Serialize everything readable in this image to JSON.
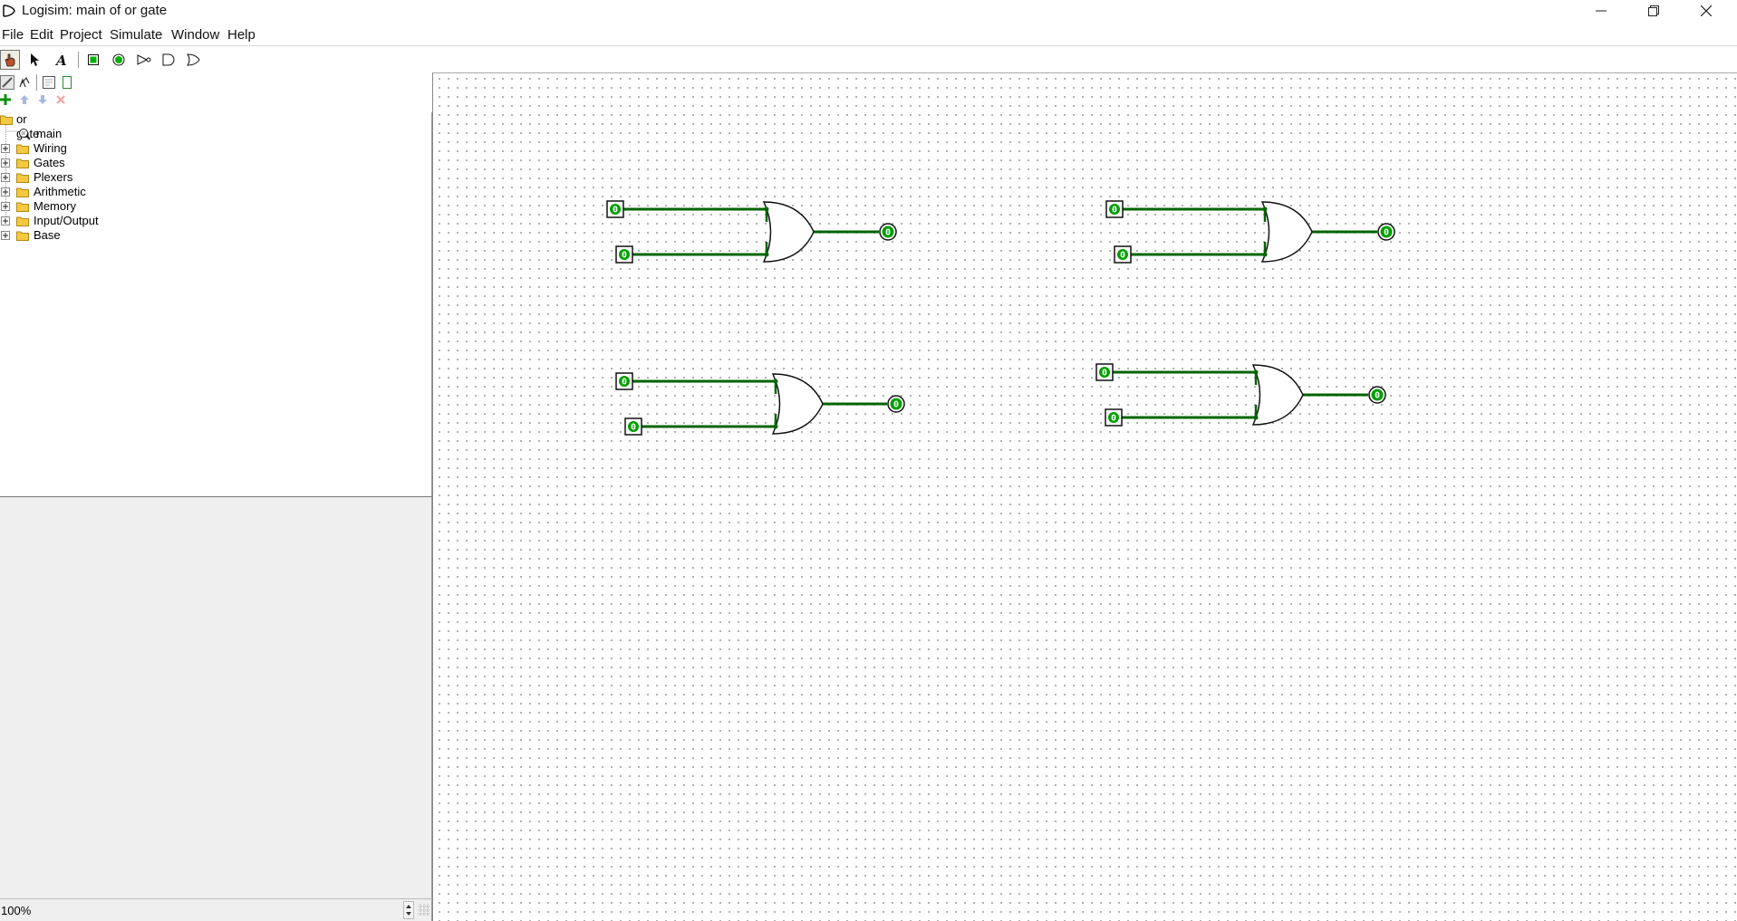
{
  "window": {
    "title": "Logisim: main of or gate",
    "minimize_icon": "minimize-icon",
    "restore_icon": "restore-icon",
    "close_icon": "close-icon"
  },
  "menu": {
    "items": [
      "File",
      "Edit",
      "Project",
      "Simulate",
      "Window",
      "Help"
    ]
  },
  "toolbar": {
    "tools": [
      "hand-poke-icon",
      "select-arrow-icon",
      "text-tool-icon",
      "input-pin-icon",
      "output-pin-icon",
      "not-gate-icon",
      "and-gate-icon",
      "or-gate-icon"
    ]
  },
  "explorer": {
    "view_tools": [
      "toolbox-view-icon",
      "simulation-tree-icon",
      "layout-view-icon",
      "appearance-view-icon"
    ],
    "project_tools": [
      "add-circuit-icon",
      "move-up-icon",
      "move-down-icon",
      "delete-circuit-icon"
    ],
    "root": "or gate",
    "circuit": "main",
    "libraries": [
      "Wiring",
      "Gates",
      "Plexers",
      "Arithmetic",
      "Memory",
      "Input/Output",
      "Base"
    ]
  },
  "zoom": {
    "value": "100%"
  },
  "canvas": {
    "wire_color": "#006400",
    "pin_fill": "#00a000",
    "pin_value": "0",
    "circuit_count": 4
  }
}
